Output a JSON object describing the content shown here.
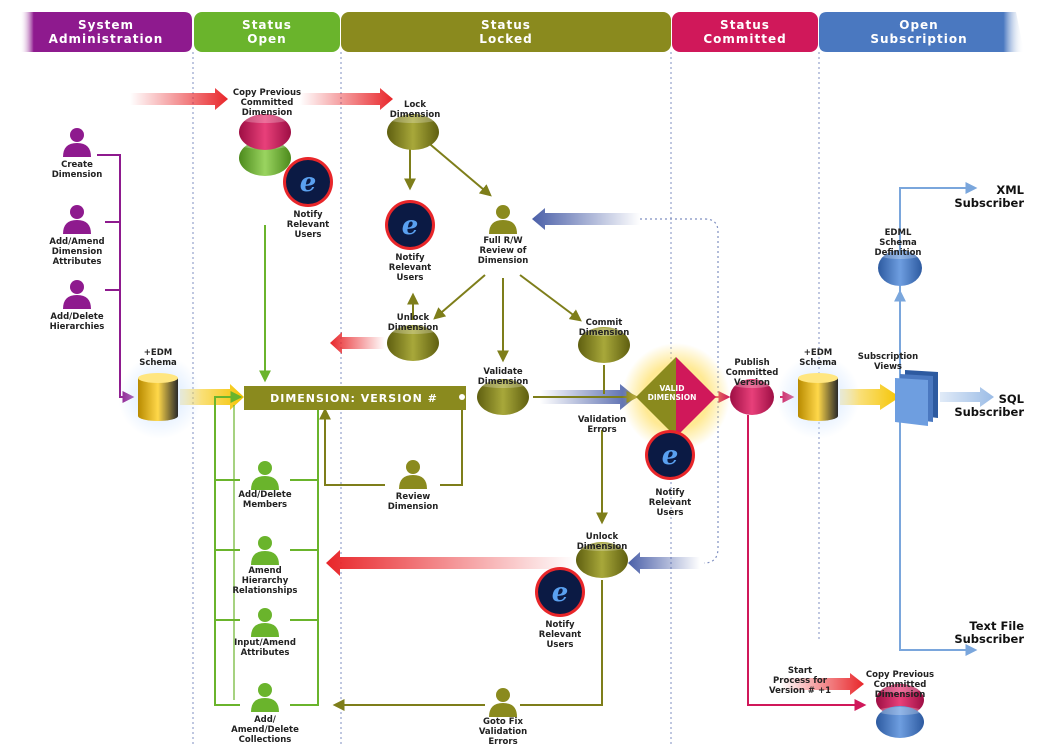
{
  "headers": [
    {
      "key": "sysadmin",
      "line1": "System",
      "line2": "Administration",
      "color": "#8e1a8e"
    },
    {
      "key": "open",
      "line1": "Status",
      "line2": "Open",
      "color": "#6ab42c"
    },
    {
      "key": "locked",
      "line1": "Status",
      "line2": "Locked",
      "color": "#8a8a1e"
    },
    {
      "key": "committed",
      "line1": "Status",
      "line2": "Committed",
      "color": "#d0185a"
    },
    {
      "key": "subscription",
      "line1": "Open",
      "line2": "Subscription",
      "color": "#4a78c0"
    }
  ],
  "main_band": {
    "label": "DIMENSION: VERSION #",
    "color": "#8a8a1e"
  },
  "valid_dimension": {
    "line1": "VALID",
    "line2": "DIMENSION"
  },
  "sysadmin": {
    "create": [
      "Create",
      "Dimension"
    ],
    "attributes": [
      "Add/Amend",
      "Dimension",
      "Attributes"
    ],
    "hierarchies": [
      "Add/Delete",
      "Hierarchies"
    ],
    "schema": [
      "+EDM",
      "Schema"
    ]
  },
  "open": {
    "copy_previous": [
      "Copy Previous",
      "Committed",
      "Dimension"
    ],
    "notify": [
      "Notify",
      "Relevant",
      "Users"
    ],
    "members": [
      "Add/Delete",
      "Members"
    ],
    "hierarchy_rel": [
      "Amend",
      "Hierarchy",
      "Relationships"
    ],
    "input_attributes": [
      "Input/Amend",
      "Attributes"
    ],
    "collections": [
      "Add/",
      "Amend/Delete",
      "Collections"
    ]
  },
  "locked": {
    "lock": [
      "Lock",
      "Dimension"
    ],
    "notify_top": [
      "Notify",
      "Relevant",
      "Users"
    ],
    "full_review": [
      "Full R/W",
      "Review of",
      "Dimension"
    ],
    "unlock_top": [
      "Unlock",
      "Dimension"
    ],
    "commit": [
      "Commit",
      "Dimension"
    ],
    "validate": [
      "Validate",
      "Dimension"
    ],
    "validation_errors": [
      "Validation",
      "Errors"
    ],
    "review": [
      "Review",
      "Dimension"
    ],
    "unlock_bottom": [
      "Unlock",
      "Dimension"
    ],
    "notify_bottom": [
      "Notify",
      "Relevant",
      "Users"
    ],
    "goto_fix": [
      "Goto Fix",
      "Validation",
      "Errors"
    ],
    "notify_valid": [
      "Notify",
      "Relevant",
      "Users"
    ]
  },
  "committed": {
    "publish": [
      "Publish",
      "Committed",
      "Version"
    ],
    "start_process": [
      "Start",
      "Process for",
      "Version # +1"
    ]
  },
  "subscription": {
    "schema": [
      "+EDM",
      "Schema"
    ],
    "edml": [
      "EDML",
      "Schema",
      "Definition"
    ],
    "views": [
      "Subscription",
      "Views"
    ],
    "copy_previous": [
      "Copy Previous",
      "Committed",
      "Dimension"
    ],
    "xml": [
      "XML",
      "Subscriber"
    ],
    "sql": [
      "SQL",
      "Subscriber"
    ],
    "text": [
      "Text File",
      "Subscriber"
    ]
  },
  "colors": {
    "purple": "#8e1a8e",
    "green": "#6ab42c",
    "olive": "#8a8a1e",
    "pink": "#d0185a",
    "blue": "#4a78c0",
    "yellow": "#f5c400",
    "red": "#e8262a"
  }
}
